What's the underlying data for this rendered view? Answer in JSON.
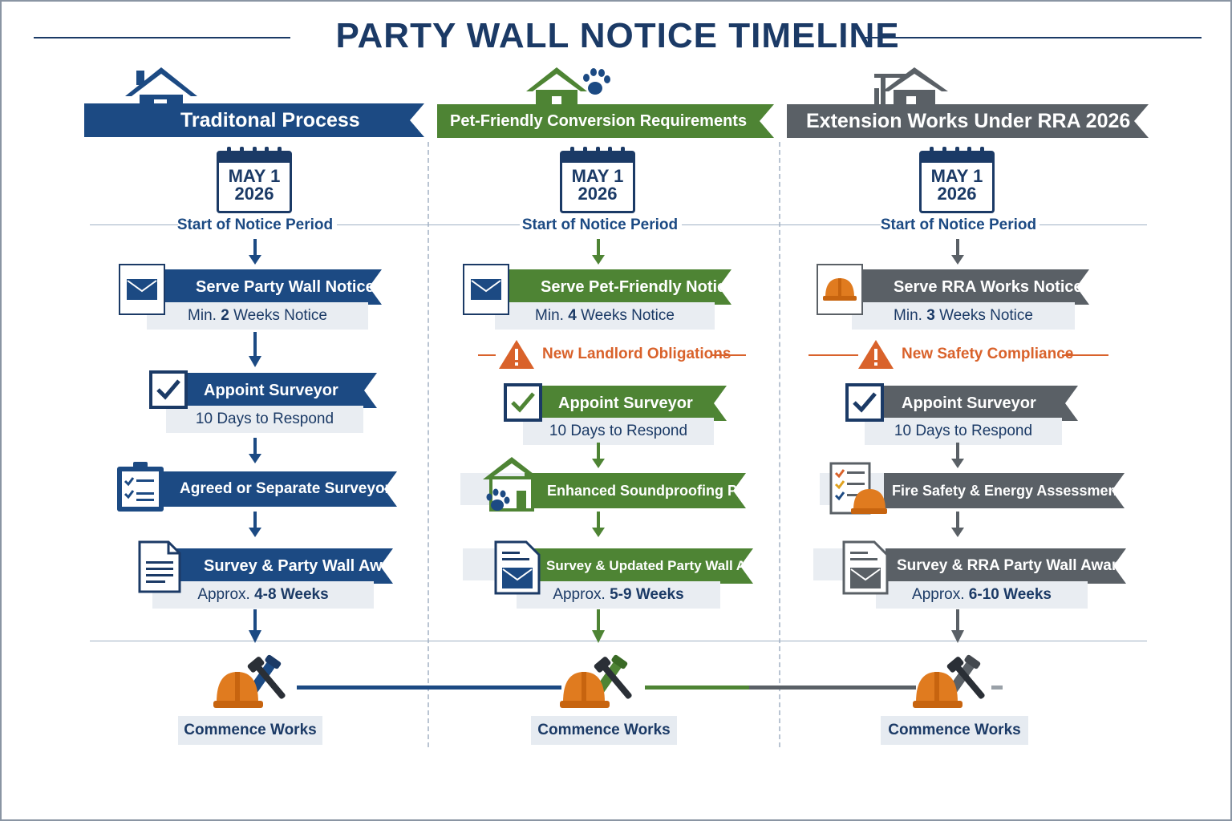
{
  "title": "PARTY WALL NOTICE TIMELINE",
  "columns": [
    {
      "banner": "Traditonal Process",
      "color": "#1c4a83",
      "date_month": "MAY 1",
      "date_year": "2026",
      "start_label": "Start of Notice Period",
      "step1_title": "Serve Party Wall Notice",
      "step1_sub_pre": "Min. ",
      "step1_sub_bold": "2",
      "step1_sub_post": " Weeks Notice",
      "step2_title": "Appoint Surveyor",
      "step2_sub": "10 Days to Respond",
      "step3_title": "Agreed or Separate Surveyors",
      "step4_title": "Survey & Party Wall Award",
      "step4_sub_pre": "Approx. ",
      "step4_sub_bold": "4-8 Weeks",
      "commence": "Commence Works"
    },
    {
      "banner": "Pet-Friendly Conversion Requirements",
      "color": "#4e8434",
      "date_month": "MAY 1",
      "date_year": "2026",
      "start_label": "Start of Notice Period",
      "step1_title": "Serve Pet-Friendly Notice",
      "step1_sub_pre": "Min. ",
      "step1_sub_bold": "4",
      "step1_sub_post": " Weeks Notice",
      "warning": "New Landlord Obligations",
      "step2_title": "Appoint Surveyor",
      "step2_sub": "10 Days to Respond",
      "step3_title": "Enhanced Soundproofing Plans",
      "step4_title": "Survey & Updated Party Wall Award",
      "step4_sub_pre": "Approx. ",
      "step4_sub_bold": "5-9 Weeks",
      "commence": "Commence Works"
    },
    {
      "banner": "Extension Works Under RRA 2026",
      "color": "#5a6066",
      "date_month": "MAY 1",
      "date_year": "2026",
      "start_label": "Start of Notice Period",
      "step1_title": "Serve RRA Works Notice",
      "step1_sub_pre": "Min. ",
      "step1_sub_bold": "3",
      "step1_sub_post": " Weeks Notice",
      "warning": "New Safety Compliance",
      "step2_title": "Appoint Surveyor",
      "step2_sub": "10 Days to Respond",
      "step3_title": "Fire Safety & Energy Assessments",
      "step4_title": "Survey & RRA Party Wall Award",
      "step4_sub_pre": "Approx. ",
      "step4_sub_bold": "6-10 Weeks",
      "commence": "Commence Works"
    }
  ],
  "icons": [
    "house-icon",
    "house-paw-icon",
    "crane-house-icon",
    "calendar-icon",
    "envelope-document-icon",
    "hardhat-document-icon",
    "checkbox-icon",
    "warning-icon",
    "clipboard-icon",
    "paw-house-icon",
    "checklist-hardhat-icon",
    "document-icon",
    "tools-hardhat-icon"
  ]
}
